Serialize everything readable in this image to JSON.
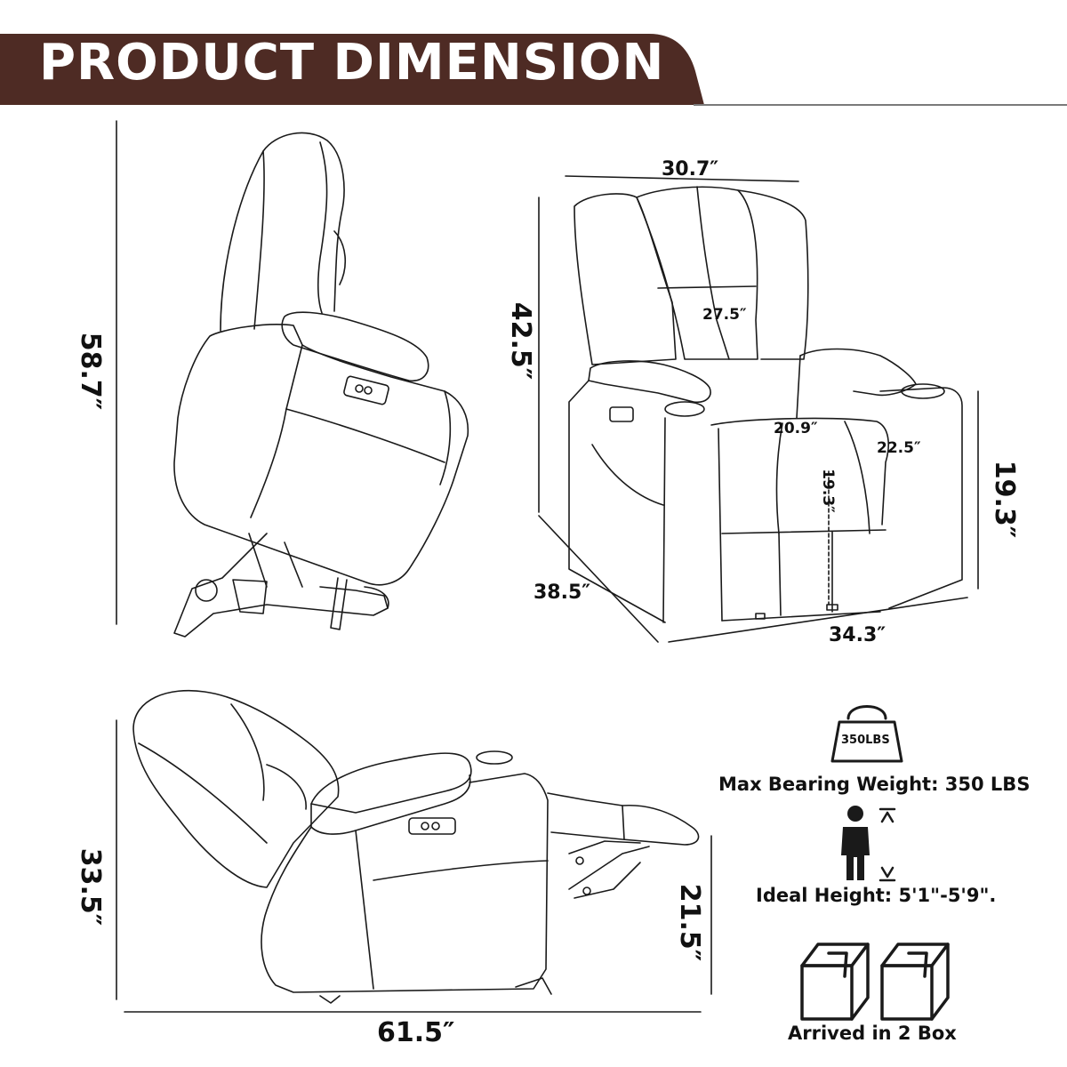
{
  "header": {
    "title": "PRODUCT DIMENSION"
  },
  "colors": {
    "banner": "#4e2b24",
    "rule": "#7a7a7a",
    "line": "#1a1a1a"
  },
  "dimensions": {
    "lift_height": "58.7″",
    "front_top_width": "30.7″",
    "front_height": "42.5″",
    "back_height": "27.5″",
    "seat_width": "20.9″",
    "seat_depth": "22.5″",
    "seat_height_inner": "19.3″",
    "seat_height_side": "19.3″",
    "front_depth": "38.5″",
    "front_width": "34.3″",
    "recline_height": "33.5″",
    "footrest_height": "21.5″",
    "recline_length": "61.5″"
  },
  "info": {
    "weight_badge": "350LBS",
    "max_weight": "Max Bearing Weight: 350 LBS",
    "ideal_height": "Ideal Height: 5'1\"-5'9\".",
    "boxes": "Arrived in 2 Box"
  },
  "icons": [
    "weight-icon",
    "person-height-icon",
    "box-icon",
    "box-icon"
  ]
}
